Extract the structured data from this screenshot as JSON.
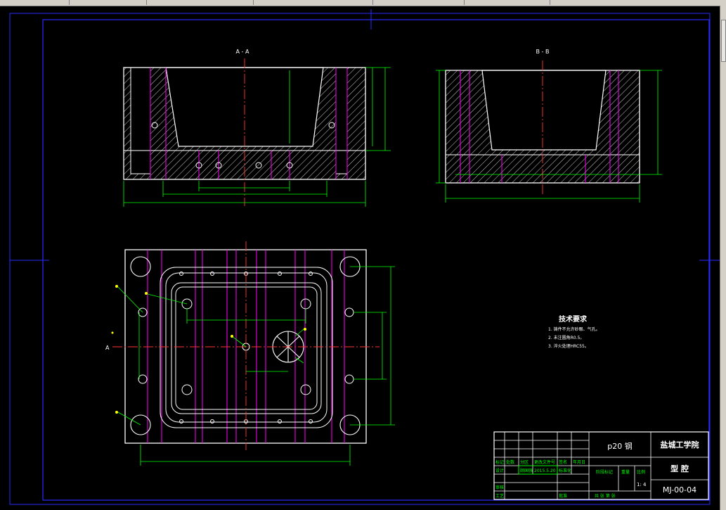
{
  "colors": {
    "background": "#000000",
    "outline": "#ffffff",
    "hatch": "#ffffff",
    "centerline": "#ff3333",
    "hidden": "#ff00ff",
    "dimension": "#00ff00",
    "frame": "#2a2aff",
    "label": "#ffff00",
    "stamp_highlight": "#00ff00"
  },
  "views": {
    "section_aa": {
      "label": "A - A"
    },
    "section_bb": {
      "label": "B - B"
    },
    "plan": {
      "label": "A"
    }
  },
  "tech": {
    "title": "技术要求",
    "items": [
      "1. 铸件不允许砂眼、气孔。",
      "2. 未注圆角R0.5。",
      "3. 淬火处理HRC55。"
    ]
  },
  "titleblock": {
    "material": "p20 钢",
    "school": "盐城工学院",
    "part_name": "型  腔",
    "drawing_no": "MJ-00-04",
    "scale": "1: 4",
    "revision_headers": [
      "标记",
      "处数",
      "分区",
      "更改文件号",
      "签名",
      "年月日"
    ],
    "row_labels": {
      "design": "设计",
      "check": "审核",
      "process": "工艺",
      "approve": "批准"
    },
    "std_label": "标准化",
    "designer": "顾国强",
    "date": "2015.5.20",
    "stage_label": "阶段标记",
    "weight_label": "重量",
    "ratio_label": "比例",
    "sheet_text": "共    张  第    张"
  }
}
